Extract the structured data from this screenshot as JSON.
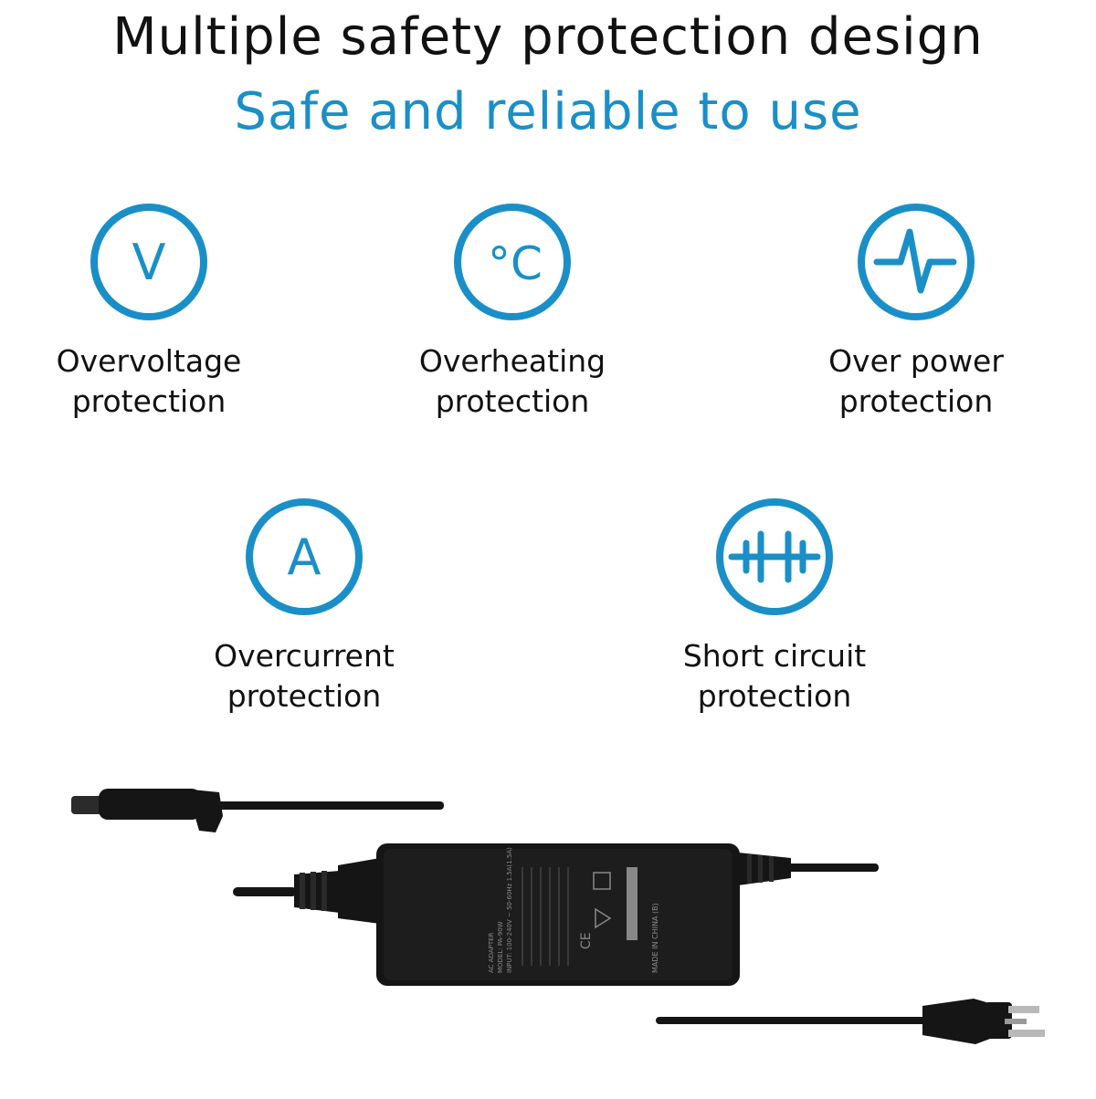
{
  "header": {
    "title": "Multiple safety protection design",
    "subtitle": "Safe and reliable to use"
  },
  "colors": {
    "accent": "#1a8fc7",
    "text": "#111111",
    "adapter": "#151515"
  },
  "features": [
    {
      "icon": "voltage-icon",
      "glyph": "V",
      "label": "Overvoltage\nprotection"
    },
    {
      "icon": "temperature-icon",
      "glyph": "°C",
      "label": "Overheating\nprotection"
    },
    {
      "icon": "power-pulse-icon",
      "label": "Over power\nprotection"
    },
    {
      "icon": "current-icon",
      "glyph": "A",
      "label": "Overcurrent\nprotection"
    },
    {
      "icon": "short-circuit-icon",
      "label": "Short circuit\nprotection"
    }
  ],
  "adapter": {
    "label_lines": [
      "AC ADAPTER",
      "MODEL: PA-90W",
      "INPUT: 100-240V ~ 50-60Hz 1.5A(1.5A)"
    ],
    "made_in": "MADE IN CHINA (B)"
  }
}
